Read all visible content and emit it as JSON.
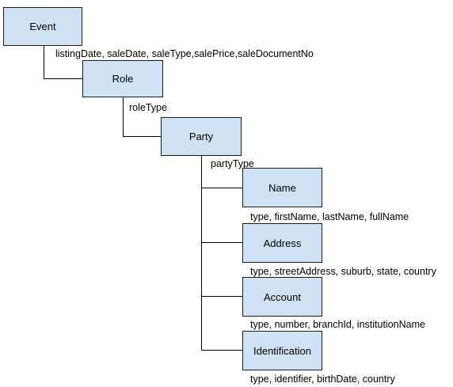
{
  "nodes": {
    "event": "Event",
    "role": "Role",
    "party": "Party",
    "name": "Name",
    "address": "Address",
    "account": "Account",
    "identification": "Identification"
  },
  "attributes": {
    "event": "listingDate, saleDate, saleType,salePrice,saleDocumentNo",
    "role": "roleType",
    "party": "partyType",
    "name": "type, firstName, lastName, fullName",
    "address": "type, streetAddress, suburb, state, country",
    "account": "type, number, branchId, institutionName",
    "identification": "type, identifier, birthDate, country"
  },
  "colors": {
    "node_fill": "#cfe2f3",
    "node_border": "#1b1b1b",
    "connector": "#000000"
  }
}
